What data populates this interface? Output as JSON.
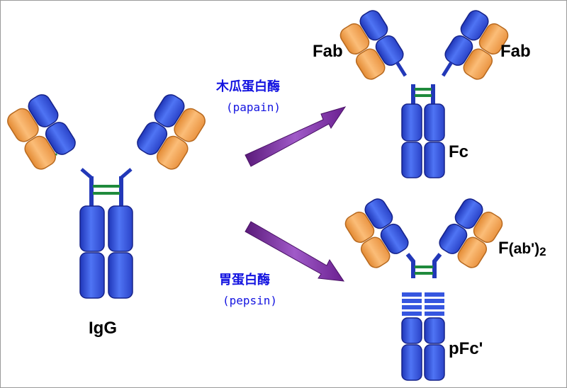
{
  "labels": {
    "igg": "IgG",
    "fab_left": "Fab",
    "fab_right": "Fab",
    "fc": "Fc",
    "fab2_main": "F",
    "fab2_paren": "(ab')",
    "fab2_sub": "2",
    "pfc": "pFc'"
  },
  "enzymes": {
    "papain_cn": "木瓜蛋白酶",
    "papain_en": "(papain)",
    "pepsin_cn": "胃蛋白酶",
    "pepsin_en": "(pepsin)"
  },
  "colors": {
    "heavy_chain": "#2f4fd6",
    "light_chain": "#f0a050",
    "disulfide_bond": "#1f8a3c",
    "arrow": "#7a2a9a",
    "enzyme_text": "#1414e0"
  }
}
